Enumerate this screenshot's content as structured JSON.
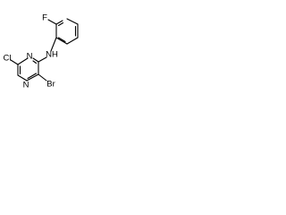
{
  "molecule": {
    "atoms": {
      "F": "F",
      "NH": "NH",
      "Cl": "Cl",
      "N_top": "N",
      "N_bottom": "N",
      "Br": "Br"
    }
  },
  "colors": {
    "bond": "#000000",
    "label": "#000000",
    "background": "#ffffff"
  }
}
